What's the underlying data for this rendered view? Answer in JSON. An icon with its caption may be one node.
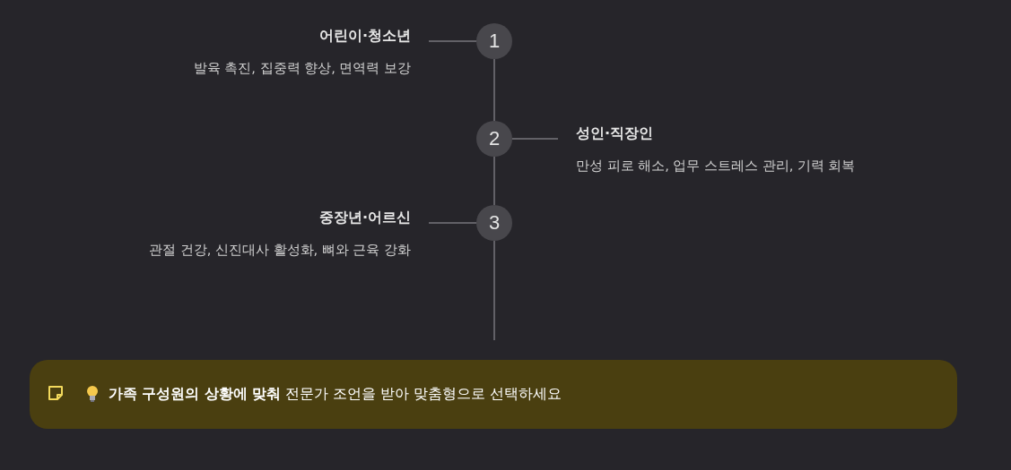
{
  "diagram": {
    "nodes": [
      {
        "text": [
          "1"
        ]
      },
      {
        "text": [
          "어린이·청소년",
          "발육 촉진, 집중력 향상, 면역력 보강"
        ]
      },
      {
        "text": [
          "2"
        ]
      },
      {
        "text": [
          "성인·직장인",
          "만성 피로 해소, 업무 스트레스 관리, 기력 회복"
        ]
      },
      {
        "text": [
          "3"
        ]
      },
      {
        "text": [
          "중장년·어르신",
          "관절 건강, 신진대사 활성화, 뼈와 근육 강화"
        ]
      },
      {
        "text": [
          "**가족 구성원의 상황에 맞춰** 전문가 조언을 받아 맞춤형으로 선택하세요"
        ]
      }
    ],
    "edges": [
      {
        "from": 0,
        "to": 1,
        "arrow": "none"
      },
      {
        "from": 0,
        "to": 2,
        "arrow": "none"
      },
      {
        "from": 2,
        "to": 3,
        "arrow": "none"
      },
      {
        "from": 2,
        "to": 4,
        "arrow": "none"
      },
      {
        "from": 4,
        "to": 5,
        "arrow": "none"
      },
      {
        "from": 4,
        "to": null,
        "arrow": "none"
      }
    ]
  }
}
